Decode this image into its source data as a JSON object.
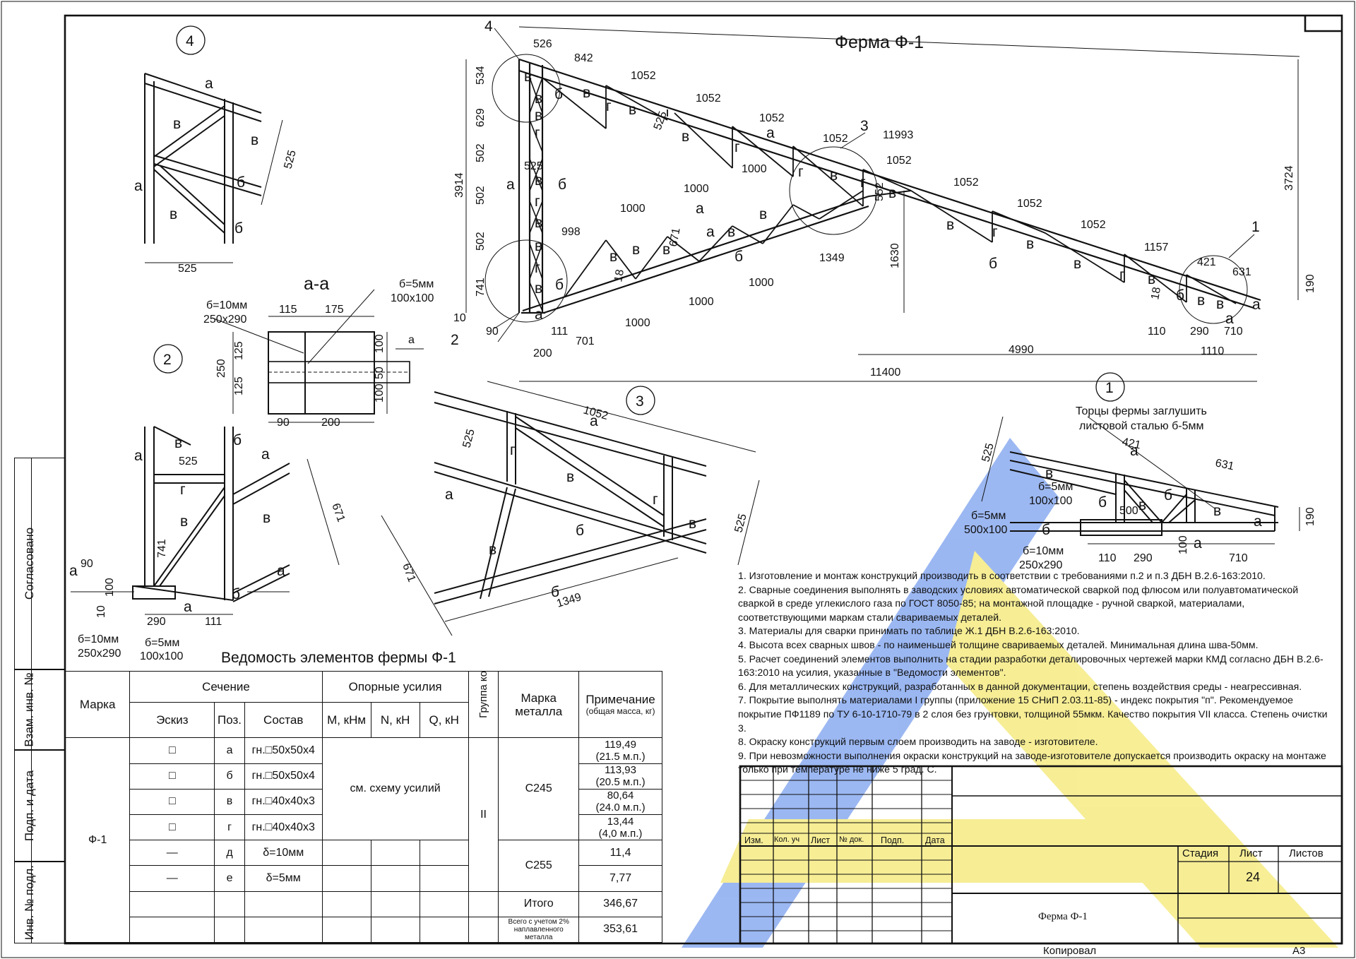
{
  "drawing": {
    "title": "Ферма Ф-1",
    "section_title": "а-а",
    "table_title": "Ведомость элементов фермы Ф-1",
    "node_labels": [
      "1",
      "2",
      "3",
      "4"
    ]
  },
  "main_dims": {
    "top": [
      "526",
      "842",
      "1052",
      "1052",
      "1052",
      "1052",
      "1052",
      "1052",
      "1052",
      "1052",
      "1157",
      "421",
      "631"
    ],
    "overall_top": "11993",
    "left": [
      "534",
      "629",
      "502",
      "502",
      "502",
      "741",
      "10"
    ],
    "left_total": "3914",
    "right": [
      "3724",
      "190"
    ],
    "mid": [
      "1630",
      "552"
    ],
    "inner_top": [
      "525",
      "525"
    ],
    "bottom_chord": [
      "998",
      "1000",
      "1000",
      "1000",
      "1349",
      "1000",
      "1000",
      "1000"
    ],
    "web_small": [
      "671",
      "18",
      "18"
    ],
    "bottom": [
      "90",
      "111",
      "701",
      "200",
      "4990",
      "110",
      "290",
      "710",
      "1110"
    ],
    "span": "11400"
  },
  "members": [
    "а",
    "б",
    "в",
    "г"
  ],
  "detail4": {
    "dims": [
      "525",
      "525"
    ]
  },
  "detail2": {
    "dims": [
      "90",
      "10",
      "100",
      "741",
      "525",
      "671",
      "290",
      "111"
    ],
    "plate1": [
      "б=10мм",
      "250x290"
    ],
    "plate2": [
      "б=5мм",
      "100x100"
    ]
  },
  "section_aa": {
    "plate_top": [
      "б=5мм",
      "100x100"
    ],
    "plate_left": [
      "б=10мм",
      "250x290"
    ],
    "dims": [
      "115",
      "175",
      "125",
      "125",
      "250",
      "100",
      "50",
      "100",
      "90",
      "200"
    ]
  },
  "detail3": {
    "dims": [
      "1052",
      "525",
      "671",
      "525",
      "1349"
    ]
  },
  "detail1": {
    "note": [
      "Торцы фермы заглушить",
      "листовой сталью б-5мм"
    ],
    "dims": [
      "525",
      "421",
      "631",
      "500",
      "190",
      "110",
      "290",
      "100",
      "710"
    ],
    "plates": [
      "б=5мм",
      "100x100",
      "б=5мм",
      "500x100",
      "б=10мм",
      "250x290"
    ]
  },
  "notes": [
    "1. Изготовление и монтаж конструкций производить в соответствии с требованиями п.2 и п.3 ДБН В.2.6-163:2010.",
    "2. Сварные соединения выполнять в заводских условиях автоматической сваркой под флюсом или полуавтоматической сваркой в среде углекислого газа по ГОСТ 8050-85; на монтажной площадке - ручной сваркой, материалами, соответствующими маркам стали свариваемых деталей.",
    "3.  Материалы для сварки принимать по таблице Ж.1 ДБН В.2.6-163:2010.",
    "4.  Высота всех сварных швов - по наименьшей толщине свариваемых деталей. Минимальная длина шва-50мм.",
    "5. Расчет соединений элементов выполнить на стадии разработки деталировочных чертежей марки КМД согласно ДБН В.2.6-163:2010 на усилия, указанные в \"Ведомости элементов\".",
    "6. Для металлических конструкций, разработанных в данной документации, степень воздействия среды - неагрессивная.",
    "7. Покрытие выполнять материалами I группы (приложение 15 СНиП 2.03.11-85) - индекс покрытия \"п\". Рекомендуемое покрытие ПФ1189 по ТУ 6-10-1710-79 в 2 слоя без грунтовки, толщиной 55мкм. Качество покрытия VII класса. Степень очистки 3.",
    "8. Окраску конструкций первым слоем производить на заводе - изготовителе.",
    "9. При невозможности выполнения окраски конструкций на заводе-изготовителе допускается производить окраску на монтаже только при температуре не ниже 5 град. С."
  ],
  "table": {
    "headers": {
      "mark": "Марка",
      "section": "Сечение",
      "sketch": "Эскиз",
      "pos": "Поз.",
      "comp": "Состав",
      "forces": "Опорные усилия",
      "m": "М, кНм",
      "n": "N, кН",
      "q": "Q, кН",
      "group": "Группа констр.",
      "steel": "Марка металла",
      "note": "Примечание",
      "note_sub": "(общая масса, кг)"
    },
    "mark": "Ф-1",
    "forces_text": "см. схему усилий",
    "group": "II",
    "steel_1": "С245",
    "steel_2": "С255",
    "rows": [
      {
        "pos": "а",
        "comp": "гн.□50х50х4",
        "mass": "119,49",
        "len": "(21.5 м.п.)"
      },
      {
        "pos": "б",
        "comp": "гн.□50х50х4",
        "mass": "113,93",
        "len": "(20.5 м.п.)"
      },
      {
        "pos": "в",
        "comp": "гн.□40х40х3",
        "mass": "80,64",
        "len": "(24.0 м.п.)"
      },
      {
        "pos": "г",
        "comp": "гн.□40х40х3",
        "mass": "13,44",
        "len": "(4,0 м.п.)"
      },
      {
        "pos": "д",
        "comp": "δ=10мм",
        "mass": "11,4",
        "len": ""
      },
      {
        "pos": "е",
        "comp": "δ=5мм",
        "mass": "7,77",
        "len": ""
      }
    ],
    "total_label": "Итого",
    "total": "346,67",
    "grand_label": "Всего с учетом 2% наплавленного металла",
    "grand_total": "353,61"
  },
  "title_block": {
    "columns": [
      "Изм.",
      "Кол. уч",
      "Лист",
      "№ док.",
      "Подп.",
      "Дата"
    ],
    "stage": "Стадия",
    "sheet": "Лист",
    "sheets": "Листов",
    "sheet_no": "24",
    "name": "Ферма Ф-1",
    "copied": "Копировал",
    "format": "А3"
  },
  "side_stamp": [
    "Согласовано",
    "Взам. инв. №",
    "Подп. и дата",
    "Инв. № подл."
  ],
  "watermark_colors": {
    "blue": "#4a7de8",
    "yellow": "#f0e040"
  }
}
